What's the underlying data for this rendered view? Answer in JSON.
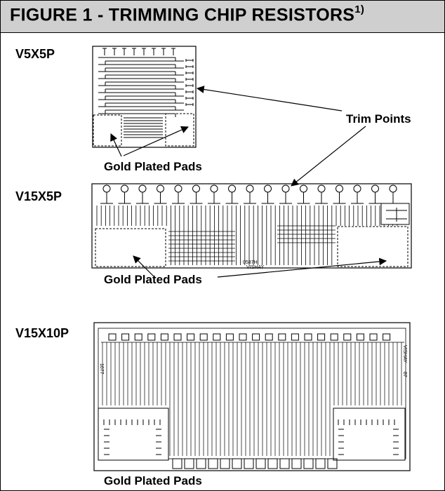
{
  "figure": {
    "title": "FIGURE 1 - TRIMMING CHIP RESISTORS",
    "footnote_mark": "1)"
  },
  "resistors": [
    {
      "model": "V5X5P"
    },
    {
      "model": "V15X5P",
      "marking": "0587H",
      "brand": "VISHAY"
    },
    {
      "model": "V15X10P",
      "brand": "VISHAY",
      "code": "87",
      "side_code": "1677"
    }
  ],
  "callouts": {
    "trim_points": "Trim Points",
    "gold_pads_1": "Gold Plated Pads",
    "gold_pads_2": "Gold Plated Pads",
    "gold_pads_3": "Gold Plated Pads"
  }
}
